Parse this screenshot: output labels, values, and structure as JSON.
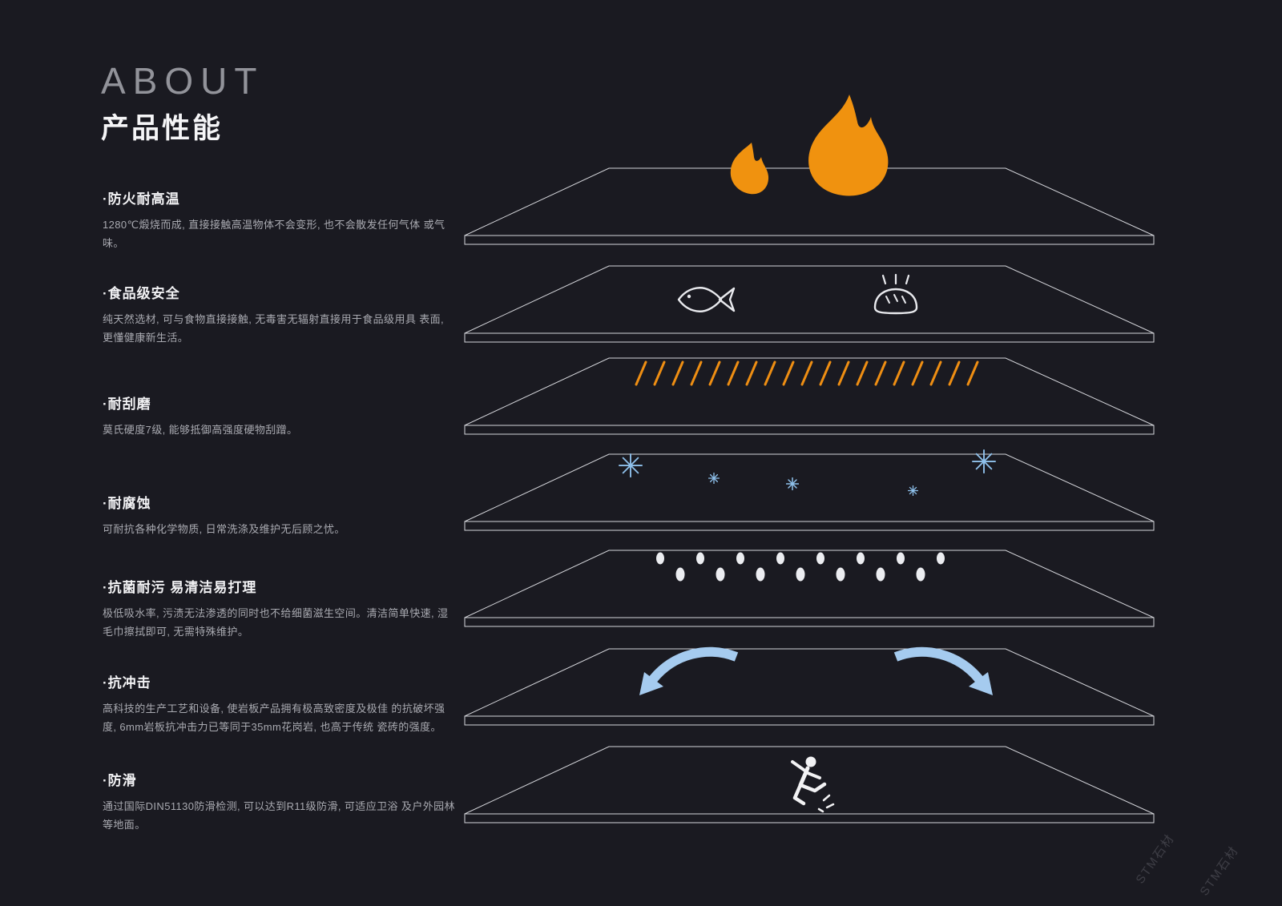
{
  "header": {
    "about": "ABOUT",
    "title": "产品性能"
  },
  "features": [
    {
      "icon": "flame-icon",
      "title": "·防火耐高温",
      "desc": "1280℃煅烧而成, 直接接触高温物体不会变形, 也不会散发任何气体 或气味。"
    },
    {
      "icon": "fish-and-bread-icon",
      "title": "·食品级安全",
      "desc": "纯天然选材, 可与食物直接接触, 无毒害无辐射直接用于食品级用具 表面, 更懂健康新生活。"
    },
    {
      "icon": "scratch-marks-icon",
      "title": "·耐刮磨",
      "desc": "莫氏硬度7级, 能够抵御高强度硬物刮蹭。"
    },
    {
      "icon": "snowflakes-icon",
      "title": "·耐腐蚀",
      "desc": "可耐抗各种化学物质, 日常洗涤及维护无后顾之忧。"
    },
    {
      "icon": "droplets-icon",
      "title": "·抗菌耐污 易清洁易打理",
      "desc": "极低吸水率, 污渍无法渗透的同时也不给细菌滋生空间。清洁简单快速, 湿毛巾擦拭即可, 无需特殊维护。"
    },
    {
      "icon": "bounce-arrows-icon",
      "title": "·抗冲击",
      "desc": "高科技的生产工艺和设备, 使岩板产品拥有极高致密度及极佳 的抗破坏强度, 6mm岩板抗冲击力已等同于35mm花岗岩, 也高于传统 瓷砖的强度。"
    },
    {
      "icon": "slipping-person-icon",
      "title": "·防滑",
      "desc": "通过国际DIN51130防滑检测, 可以达到R11级防滑, 可适应卫浴 及户外园林等地面。"
    }
  ],
  "colors": {
    "background": "#1a1a21",
    "accent_orange": "#f0920f",
    "accent_blue": "#8fc1ec",
    "line": "#d4d5da"
  },
  "watermark": {
    "text": "STM石材"
  }
}
